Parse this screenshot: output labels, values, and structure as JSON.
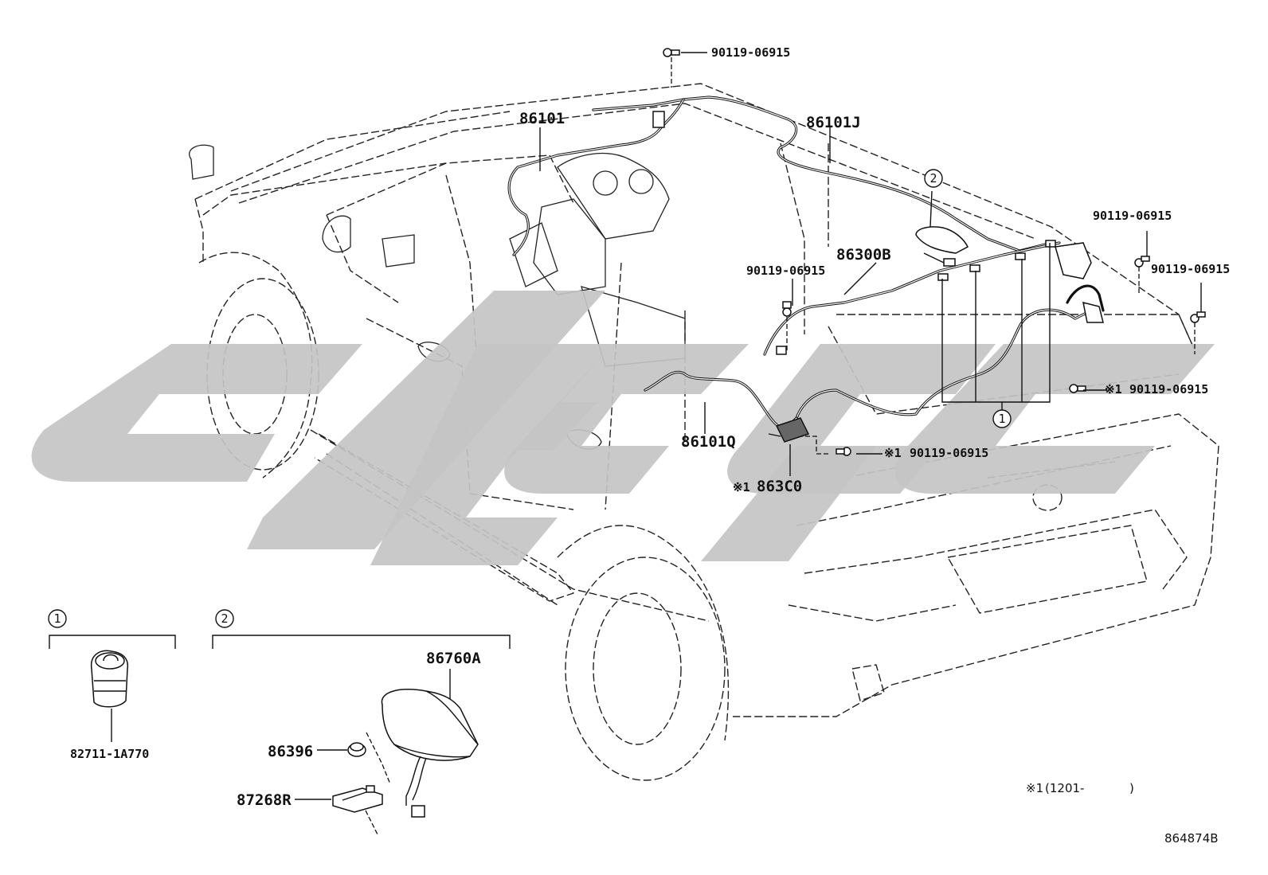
{
  "labels": {
    "l86101": "86101",
    "l86101J": "86101J",
    "l86300B": "86300B",
    "l86101Q": "86101Q",
    "l863C0": "863C0",
    "bolt": "90119-06915",
    "l86760A": "86760A",
    "l86396": "86396",
    "l87268R": "87268R",
    "l82711": "82711-1A770"
  },
  "markers": {
    "one": "1",
    "two": "2",
    "note": "※1"
  },
  "footnote": {
    "range": "(1201-",
    "close": ")"
  },
  "diagram_id": "864874B"
}
